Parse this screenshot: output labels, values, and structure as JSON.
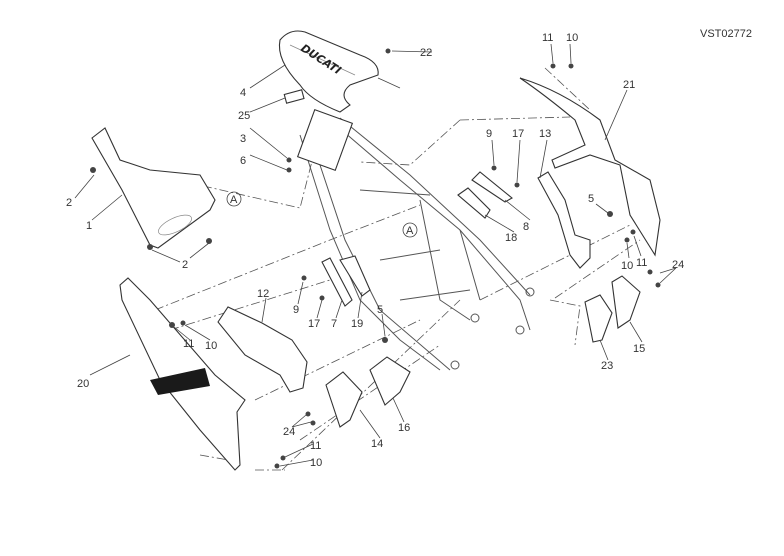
{
  "diagram": {
    "code": "VST02772",
    "brand_text": "DUCATI",
    "view_marker": "A",
    "callouts": [
      "1",
      "2",
      "2",
      "3",
      "4",
      "5",
      "5",
      "6",
      "7",
      "8",
      "9",
      "9",
      "10",
      "10",
      "10",
      "10",
      "11",
      "11",
      "11",
      "11",
      "12",
      "13",
      "14",
      "15",
      "16",
      "17",
      "17",
      "18",
      "19",
      "20",
      "21",
      "22",
      "23",
      "24",
      "24",
      "25"
    ]
  }
}
